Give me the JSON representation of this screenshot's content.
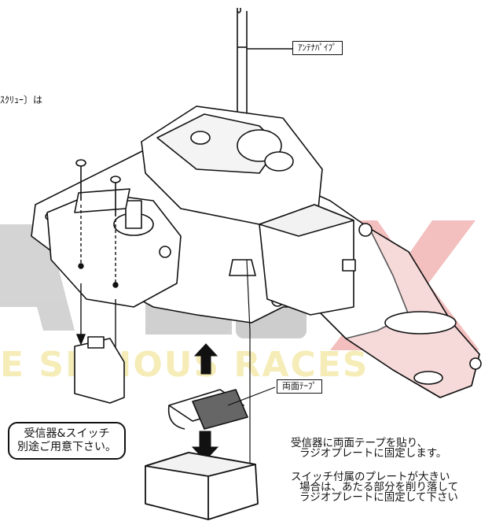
{
  "top_left_fragment": "ｽｸﾘｭｰ〕は",
  "labels": {
    "antenna_pipe": "ｱﾝﾃﾅﾊﾟｲﾌﾟ",
    "double_sided_tape": "両面ﾃｰﾌﾟ"
  },
  "callout": {
    "line1": "受信器&スイッチ",
    "line2": "別途ご用意下さい。"
  },
  "notes": {
    "n1": "受信器に両面テープを貼り、",
    "n2": "ラジオプレートに固定します。",
    "n3": "スイッチ付属のプレートが大きい",
    "n4": "場合は、あたる部分を削り落して",
    "n5": "ラジオプレートに固定して下さい"
  },
  "watermark": {
    "big_letters": "ARX",
    "tagline": "E SERIOUS RACES"
  },
  "colors": {
    "line": "#111111",
    "watermark_gray": "#c9c9c9",
    "watermark_red": "#f0b3b3",
    "watermark_yellow": "#f6ecb0"
  }
}
